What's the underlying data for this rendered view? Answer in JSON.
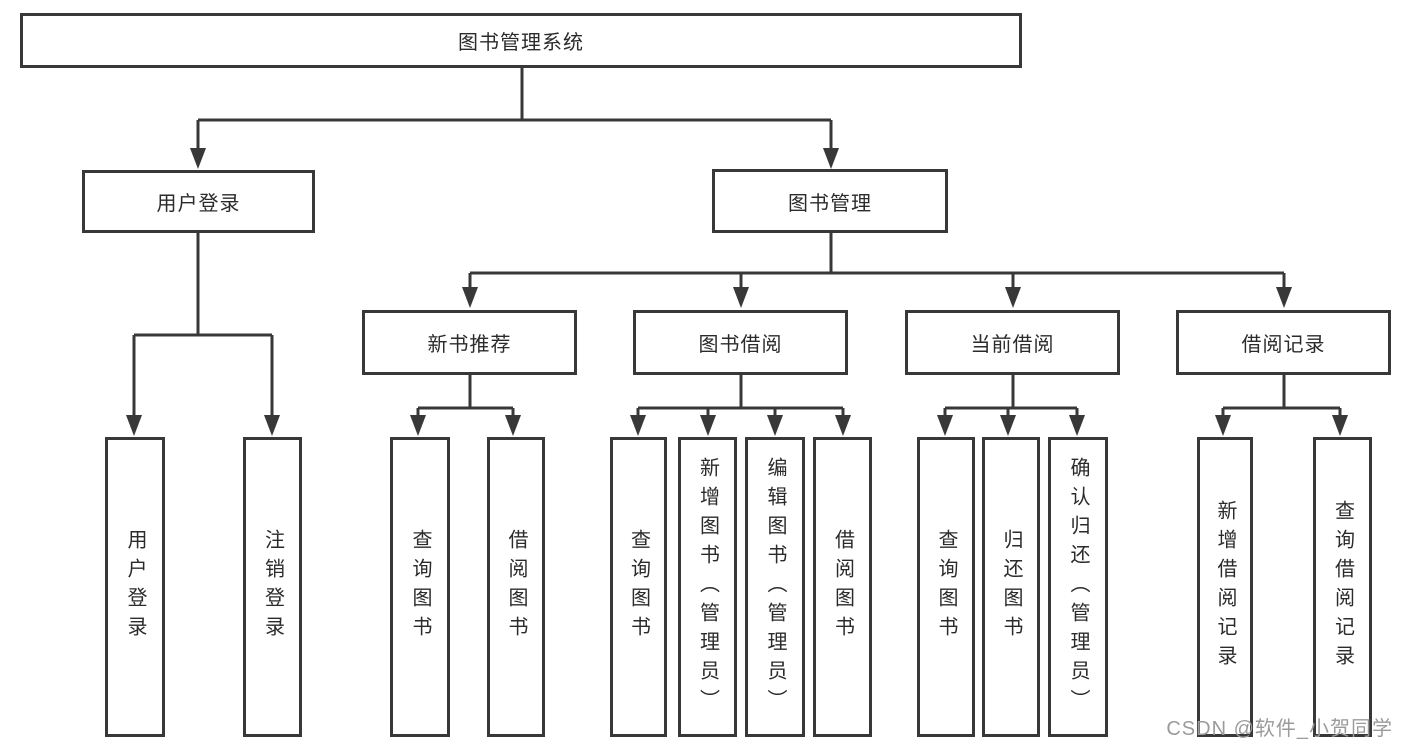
{
  "diagram": {
    "root": {
      "label": "图书管理系统"
    },
    "level2": [
      {
        "label": "用户登录"
      },
      {
        "label": "图书管理"
      }
    ],
    "level3": [
      {
        "label": "新书推荐"
      },
      {
        "label": "图书借阅"
      },
      {
        "label": "当前借阅"
      },
      {
        "label": "借阅记录"
      }
    ],
    "leaves": {
      "user_login": [
        {
          "label": "用户登录"
        },
        {
          "label": "注销登录"
        }
      ],
      "new_book": [
        {
          "label": "查询图书"
        },
        {
          "label": "借阅图书"
        }
      ],
      "book_borrow": [
        {
          "label": "查询图书"
        },
        {
          "label": "新增图书（管理员）"
        },
        {
          "label": "编辑图书（管理员）"
        },
        {
          "label": "借阅图书"
        }
      ],
      "current_borrow": [
        {
          "label": "查询图书"
        },
        {
          "label": "归还图书"
        },
        {
          "label": "确认归还（管理员）"
        }
      ],
      "borrow_record": [
        {
          "label": "新增借阅记录"
        },
        {
          "label": "查询借阅记录"
        }
      ]
    }
  },
  "watermark": "CSDN @软件_小贺同学",
  "colors": {
    "line": "#383838",
    "text": "#2b2b2b",
    "watermark_text": "#9b9b9b",
    "background": "#ffffff"
  }
}
